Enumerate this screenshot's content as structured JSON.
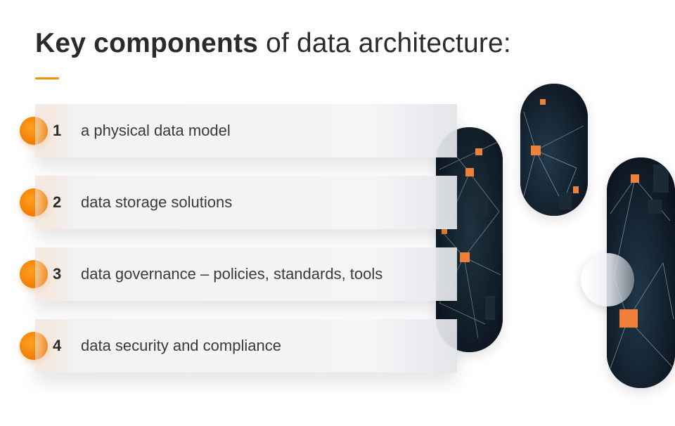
{
  "title": {
    "bold": "Key components",
    "rest": " of data architecture:"
  },
  "items": [
    {
      "number": "1",
      "label": "a physical data model"
    },
    {
      "number": "2",
      "label": "data storage solutions"
    },
    {
      "number": "3",
      "label": "data governance – policies, standards, tools"
    },
    {
      "number": "4",
      "label": "data security and compliance"
    }
  ],
  "colors": {
    "accent": "#f39200",
    "network_bg": "#0d1824",
    "node": "#f0803a"
  },
  "images": [
    {
      "icon": "network-image"
    },
    {
      "icon": "network-image"
    },
    {
      "icon": "network-image"
    }
  ]
}
